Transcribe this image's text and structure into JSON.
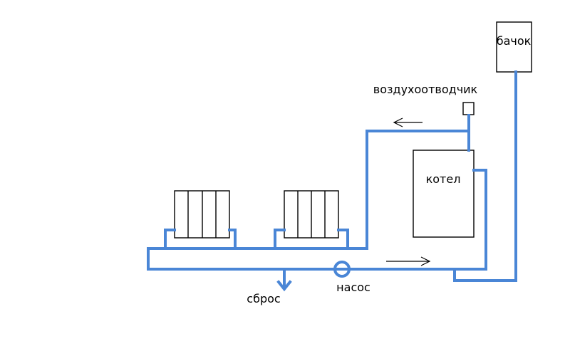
{
  "colors": {
    "pipe": "#4a86d6",
    "outline": "#000000",
    "background": "#ffffff"
  },
  "labels": {
    "tank": "бачок",
    "air_vent": "воздухоотводчик",
    "boiler": "котел",
    "pump": "насос",
    "drain": "сброс"
  }
}
